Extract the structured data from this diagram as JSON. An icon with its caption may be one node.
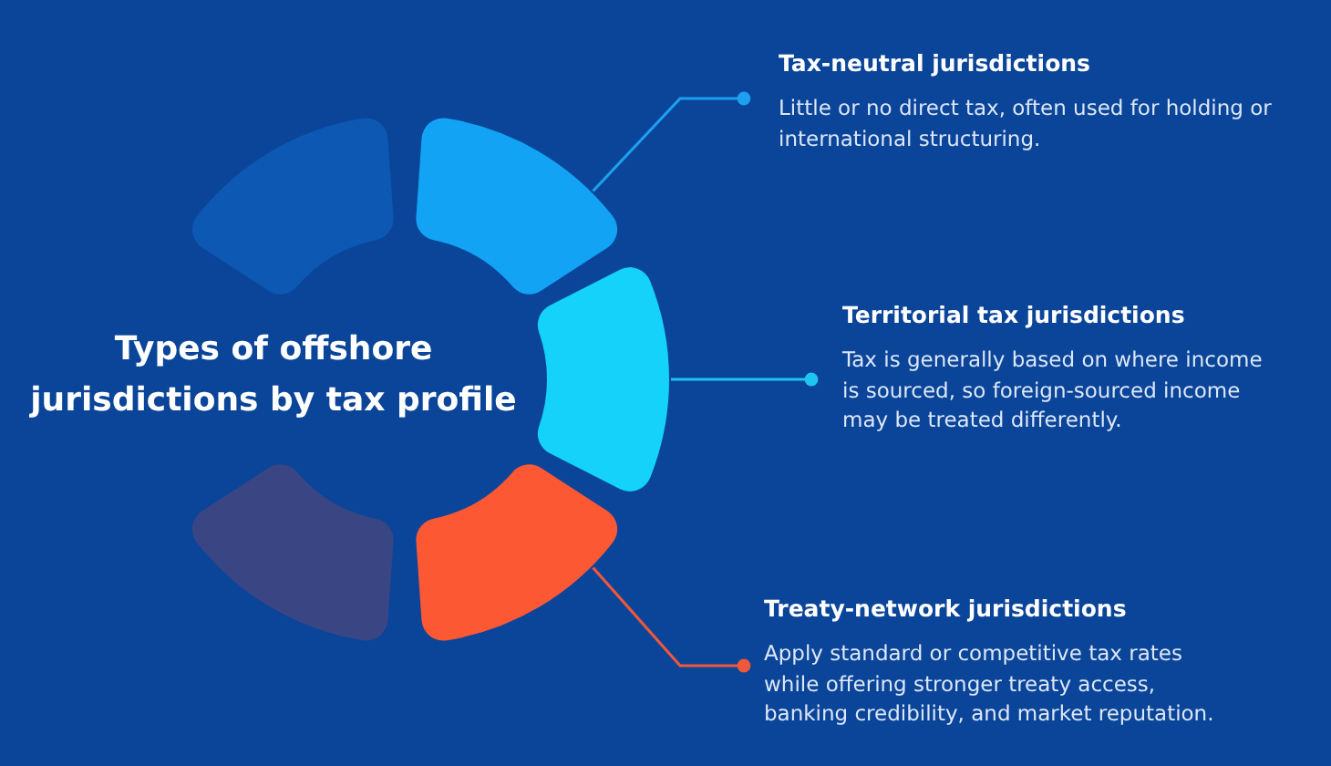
{
  "diagram": {
    "title": "Types of offshore jurisdictions by tax profile",
    "nodes": [
      {
        "text": [],
        "shape": "arc"
      },
      {
        "text": [],
        "shape": "arc"
      },
      {
        "text": [],
        "shape": "arc"
      },
      {
        "text": [],
        "shape": "arc"
      },
      {
        "text": [],
        "shape": "arc"
      },
      {
        "text": [
          "Tax-neutral jurisdictions",
          "Little or no direct tax, often used for holding or international structuring."
        ]
      },
      {
        "text": [
          "Territorial tax jurisdictions",
          "Tax is generally based on where income is sourced, so foreign-sourced income may be treated differently."
        ]
      },
      {
        "text": [
          "Treaty-network jurisdictions",
          "Apply standard or competitive tax rates while offering stronger treaty access, banking credibility, and market reputation."
        ]
      }
    ],
    "edges": [
      {
        "from": 5,
        "to": 1,
        "arrow": "other",
        "color": "#1e9ff0"
      },
      {
        "from": 6,
        "to": 2,
        "arrow": "other",
        "color": "#1fc4f0"
      },
      {
        "from": 7,
        "to": 4,
        "arrow": "other",
        "color": "#f0583a"
      }
    ]
  }
}
